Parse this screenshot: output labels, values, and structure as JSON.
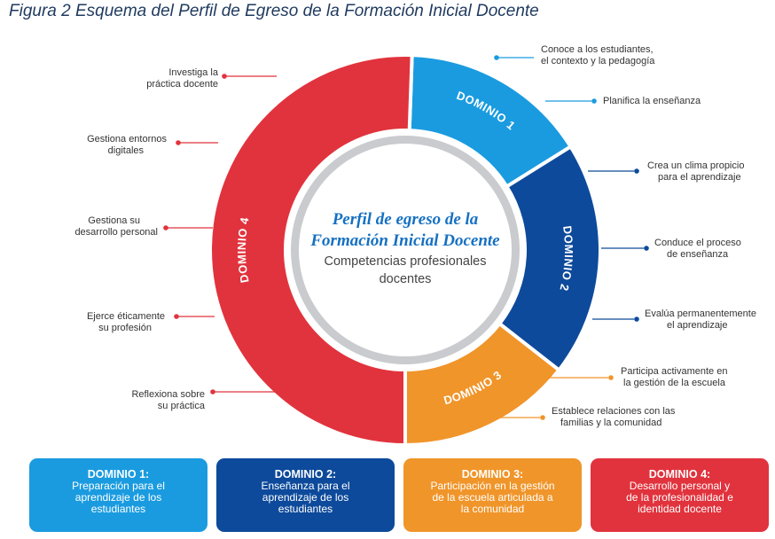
{
  "title": "Figura 2 Esquema del Perfil de Egreso de la Formación Inicial Docente",
  "colors": {
    "d1": "#1a9be0",
    "d2": "#0d4a9b",
    "d3": "#f0952a",
    "d4": "#e1333d",
    "title": "#1f3a5f",
    "center_title": "#1570c2"
  },
  "center": {
    "title_lines": [
      "Perfil de egreso de la",
      "Formación Inicial Docente"
    ],
    "subtitle_lines": [
      "Competencias profesionales",
      "docentes"
    ]
  },
  "segments": [
    {
      "label": "DOMINIO 1",
      "color": "#1a9be0"
    },
    {
      "label": "DOMINIO 2",
      "color": "#0d4a9b"
    },
    {
      "label": "DOMINIO 3",
      "color": "#f0952a"
    },
    {
      "label": "DOMINIO 4",
      "color": "#e1333d"
    }
  ],
  "callouts": {
    "d1": [
      {
        "lines": [
          "Conoce a los estudiantes,",
          "el contexto y la pedagogía"
        ]
      },
      {
        "lines": [
          "Planifica la enseñanza"
        ]
      }
    ],
    "d2": [
      {
        "lines": [
          "Crea un clima propicio",
          "para el aprendizaje"
        ]
      },
      {
        "lines": [
          "Conduce el proceso",
          "de enseñanza"
        ]
      },
      {
        "lines": [
          "Evalúa permanentemente",
          "el aprendizaje"
        ]
      }
    ],
    "d3": [
      {
        "lines": [
          "Participa activamente en",
          "la gestión de la escuela"
        ]
      },
      {
        "lines": [
          "Establece relaciones con las",
          "familias y la comunidad"
        ]
      }
    ],
    "d4": [
      {
        "lines": [
          "Investiga la",
          "práctica docente"
        ]
      },
      {
        "lines": [
          "Gestiona entornos",
          "digitales"
        ]
      },
      {
        "lines": [
          "Gestiona su",
          "desarrollo personal"
        ]
      },
      {
        "lines": [
          "Ejerce éticamente",
          "su profesión"
        ]
      },
      {
        "lines": [
          "Reflexiona sobre",
          "su práctica"
        ]
      }
    ]
  },
  "boxes": [
    {
      "title": "DOMINIO 1:",
      "desc": [
        "Preparación para el",
        "aprendizaje de los",
        "estudiantes"
      ],
      "color": "#1a9be0"
    },
    {
      "title": "DOMINIO 2:",
      "desc": [
        "Enseñanza para el",
        "aprendizaje de los",
        "estudiantes"
      ],
      "color": "#0d4a9b"
    },
    {
      "title": "DOMINIO 3:",
      "desc": [
        "Participación en la gestión",
        "de la escuela articulada a",
        "la comunidad"
      ],
      "color": "#f0952a"
    },
    {
      "title": "DOMINIO 4:",
      "desc": [
        "Desarrollo personal y",
        "de la profesionalidad e",
        "identidad docente"
      ],
      "color": "#e1333d"
    }
  ]
}
